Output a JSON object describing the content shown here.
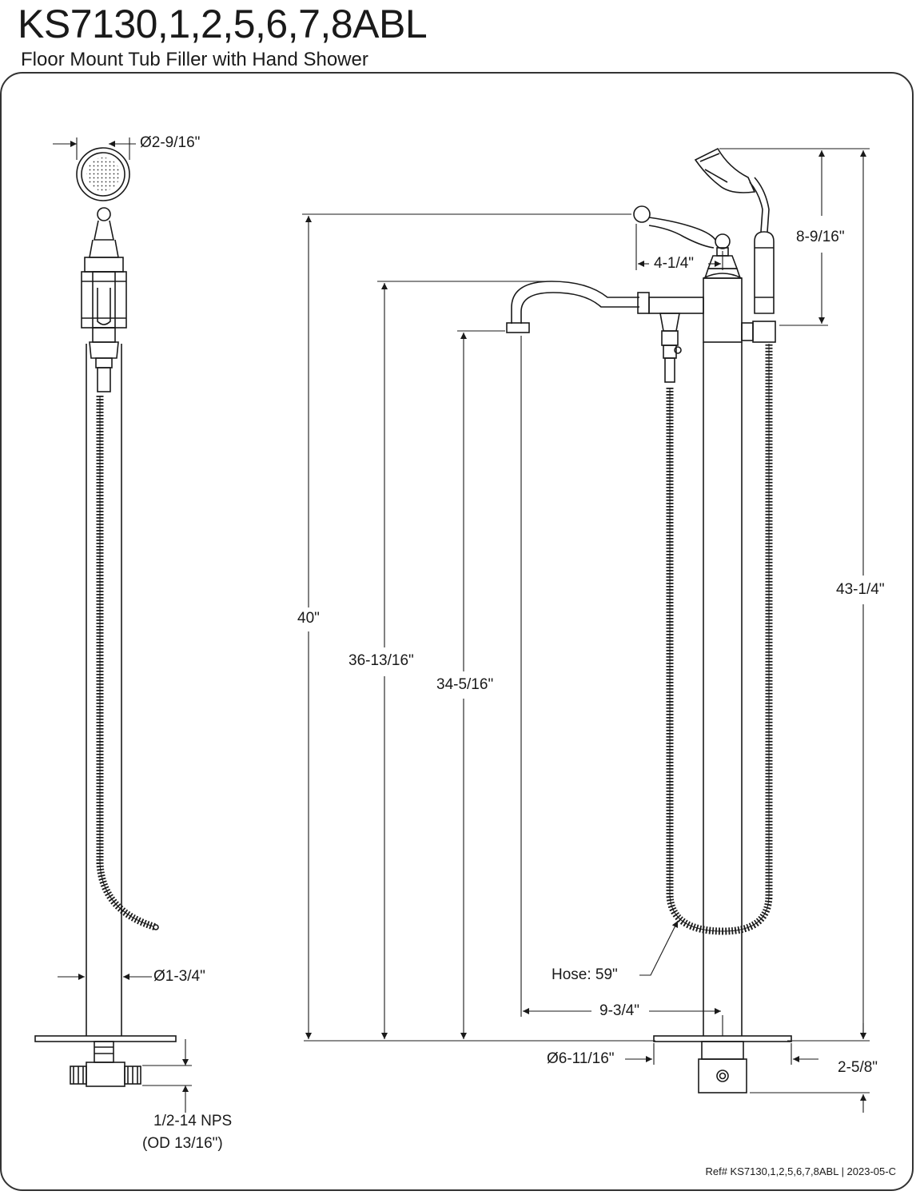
{
  "header": {
    "model": "KS7130,1,2,5,6,7,8ABL",
    "description": "Floor Mount Tub Filler with Hand Shower"
  },
  "dimensions": {
    "hand_shower_diameter": "Ø2-9/16\"",
    "riser_diameter": "Ø1-3/4\"",
    "connection_thread": "1/2-14 NPS",
    "connection_od": "(OD 13/16\")",
    "total_height_handle": "40\"",
    "spout_top_height": "36-13/16\"",
    "spout_outlet_height": "34-5/16\"",
    "handle_offset": "4-1/4\"",
    "hand_shower_length": "8-9/16\"",
    "overall_height": "43-1/4\"",
    "hose_length": "Hose: 59\"",
    "spout_reach": "9-3/4\"",
    "base_diameter": "Ø6-11/16\"",
    "below_floor_depth": "2-5/8\""
  },
  "footer": {
    "reference": "Ref# KS7130,1,2,5,6,7,8ABL | 2023-05-C"
  },
  "colors": {
    "line": "#1a1a1a",
    "background": "#ffffff"
  }
}
